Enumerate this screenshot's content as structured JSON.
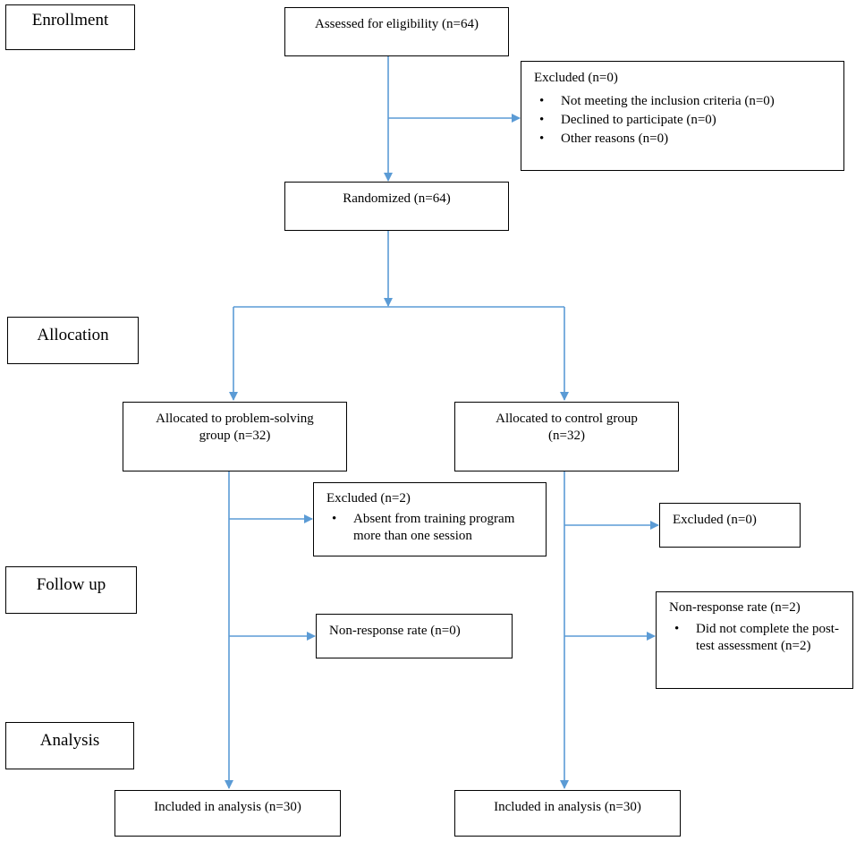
{
  "stages": {
    "enrollment": "Enrollment",
    "allocation": "Allocation",
    "follow_up": "Follow up",
    "analysis": "Analysis"
  },
  "nodes": {
    "assessed": "Assessed for eligibility (n=64)",
    "excluded_enroll": {
      "title": "Excluded (n=0)",
      "items": [
        "Not meeting the inclusion criteria (n=0)",
        "Declined to participate (n=0)",
        "Other reasons (n=0)"
      ]
    },
    "randomized": "Randomized (n=64)",
    "alloc_ps": {
      "line1": "Allocated to problem-solving",
      "line2": "group (n=32)"
    },
    "alloc_ctrl": {
      "line1": "Allocated to control group",
      "line2": "(n=32)"
    },
    "excluded_ps": {
      "title": "Excluded (n=2)",
      "items": [
        "Absent from training program more than one session"
      ]
    },
    "excluded_ctrl": "Excluded (n=0)",
    "nonresp_ps": "Non-response rate (n=0)",
    "nonresp_ctrl": {
      "title": "Non-response rate (n=2)",
      "items": [
        "Did not complete the post-test assessment (n=2)"
      ]
    },
    "analysis_ps": "Included in analysis (n=30)",
    "analysis_ctrl": "Included in analysis (n=30)"
  },
  "colors": {
    "connector": "#5b9bd5",
    "border": "#000000"
  }
}
